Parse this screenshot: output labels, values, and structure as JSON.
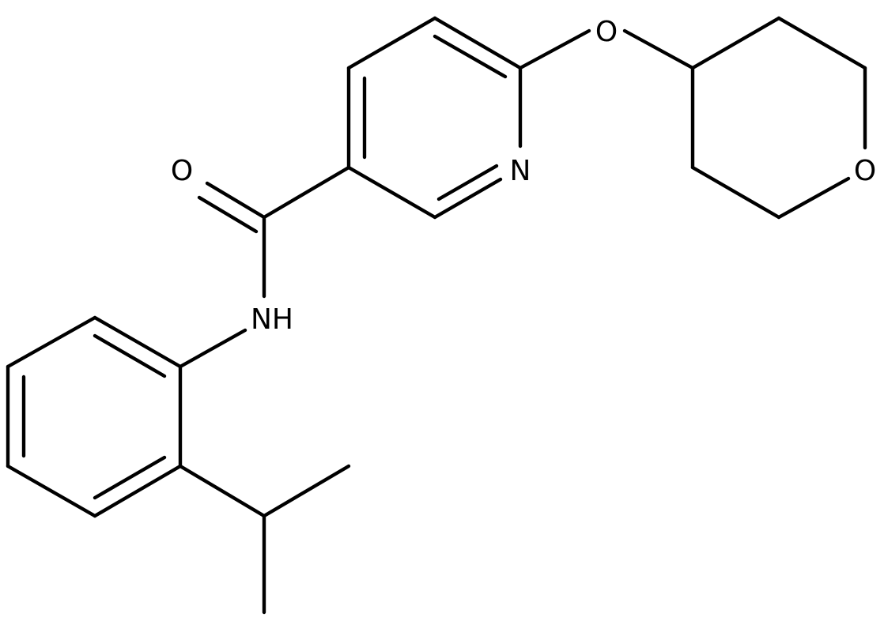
{
  "structure": {
    "atoms": [
      {
        "id": "carbonyl-oxygen",
        "symbol": "O"
      },
      {
        "id": "pyridine-nitrogen",
        "symbol": "N"
      },
      {
        "id": "ether-oxygen",
        "symbol": "O"
      },
      {
        "id": "pyran-oxygen",
        "symbol": "O"
      },
      {
        "id": "amide-nitrogen",
        "symbol": "NH"
      }
    ]
  },
  "colors": {
    "bond": "#000000",
    "label": "#000000",
    "background": "#ffffff"
  }
}
